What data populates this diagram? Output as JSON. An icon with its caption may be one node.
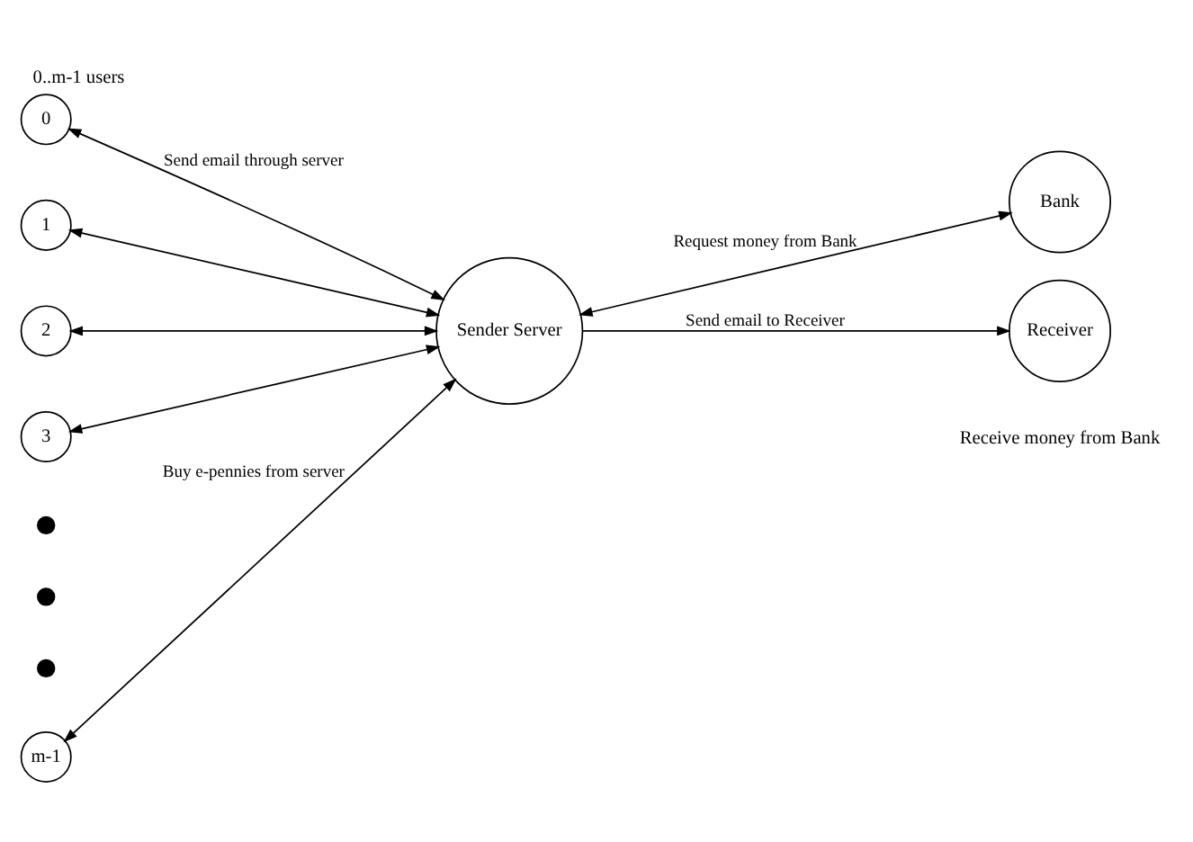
{
  "diagram": {
    "title": "0..m-1 users",
    "nodes": [
      {
        "text": [
          "0"
        ]
      },
      {
        "text": [
          "1"
        ]
      },
      {
        "text": [
          "2"
        ]
      },
      {
        "text": [
          "3"
        ]
      },
      {
        "text": [],
        "shape": "dot"
      },
      {
        "text": [],
        "shape": "dot"
      },
      {
        "text": [],
        "shape": "dot"
      },
      {
        "text": [
          "m-1"
        ]
      },
      {
        "text": [
          "Sender Server"
        ]
      },
      {
        "text": [
          "Bank"
        ]
      },
      {
        "text": [
          "Receiver"
        ]
      }
    ],
    "edges": [
      {
        "from": 0,
        "to": 8,
        "arrow": "both",
        "label": "Send email through server"
      },
      {
        "from": 1,
        "to": 8,
        "arrow": "both"
      },
      {
        "from": 2,
        "to": 8,
        "arrow": "both"
      },
      {
        "from": 3,
        "to": 8,
        "arrow": "both"
      },
      {
        "from": 7,
        "to": 8,
        "arrow": "both",
        "label": "Buy e-pennies from server"
      },
      {
        "from": 8,
        "to": 9,
        "arrow": "both",
        "label": "Request money from Bank"
      },
      {
        "from": 8,
        "to": 10,
        "arrow": "to",
        "label": "Send email to Receiver"
      }
    ],
    "labels": [
      "Receive money from Bank"
    ]
  }
}
